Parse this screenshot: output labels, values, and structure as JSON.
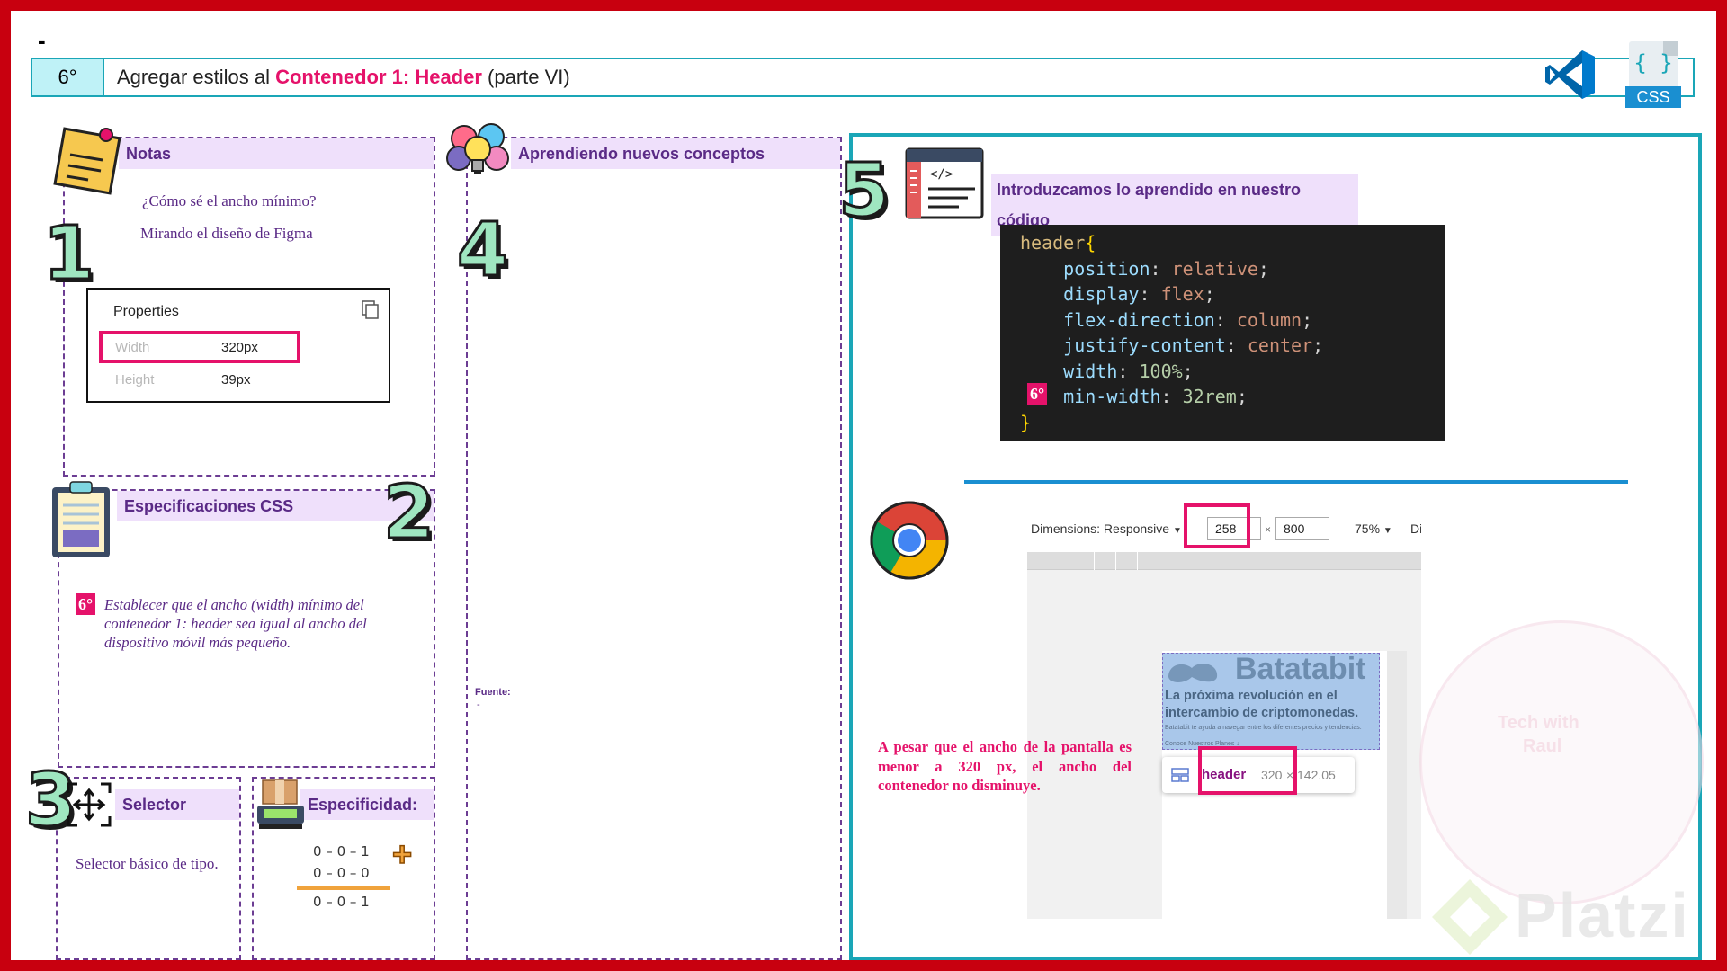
{
  "header": {
    "dash": "-",
    "step": "6°",
    "title_prefix": "Agregar estilos al ",
    "title_highlight": "Contenedor 1: Header",
    "title_suffix": " (parte VI)",
    "css_icon_braces": "{ }",
    "css_icon_label": "CSS"
  },
  "notas": {
    "title": "Notas",
    "number": "1",
    "question": "¿Cómo sé el ancho mínimo?",
    "answer": "Mirando el diseño de Figma",
    "properties_title": "Properties",
    "props": [
      {
        "label": "Width",
        "value": "320px"
      },
      {
        "label": "Height",
        "value": "39px"
      }
    ]
  },
  "specs": {
    "title": "Especificaciones CSS",
    "number": "2",
    "badge": "6°",
    "text": "Establecer que el ancho (width) mínimo del contenedor 1: header sea igual al ancho del dispositivo móvil más pequeño."
  },
  "selector": {
    "number": "3",
    "title": "Selector",
    "text": "Selector básico de tipo."
  },
  "especificidad": {
    "title": "Especificidad:",
    "rows": [
      "0 – 0 – 1",
      "0 – 0 – 0"
    ],
    "result": "0 – 0 – 1",
    "plus": "+"
  },
  "conceptos": {
    "number": "4",
    "title": "Aprendiendo nuevos conceptos",
    "source_label": "Fuente:",
    "source_value": "-"
  },
  "codigo": {
    "number": "5",
    "title": "Introduzcamos lo aprendido en nuestro código",
    "badge": "6°",
    "selector": "header",
    "open": "{",
    "close": "}",
    "lines": [
      {
        "prop": "position",
        "value": "relative",
        "type": "vl"
      },
      {
        "prop": "display",
        "value": "flex",
        "type": "vl"
      },
      {
        "prop": "flex-direction",
        "value": "column",
        "type": "vl"
      },
      {
        "prop": "justify-content",
        "value": "center",
        "type": "vl"
      },
      {
        "prop": "width",
        "value": "100%",
        "type": "nm"
      },
      {
        "prop": "min-width",
        "value": "32rem",
        "type": "nm"
      }
    ]
  },
  "browser": {
    "dimensions_label": "Dimensions: Responsive",
    "width_value": "258",
    "times": "×",
    "height_value": "800",
    "zoom": "75%",
    "truncated": "Di",
    "brand": "Batatabit",
    "headline": "La próxima revolución en el intercambio de criptomonedas.",
    "small_text": "Batatabit te ayuda a navegar entre los diferentes precios y tendencias.",
    "small_text2": "Conoce Nuestros Planes ↓",
    "tooltip_tag": "header",
    "tooltip_width": "320",
    "tooltip_sep": "×",
    "tooltip_height": "142.05",
    "note": "A pesar que el ancho de la pantalla es menor a 320 px, el ancho del contenedor no disminuye."
  },
  "watermark": {
    "brand": "Platzi",
    "badge_line1": "Tech with",
    "badge_line2": "Raul"
  },
  "colors": {
    "frame": "#c8000f",
    "accent": "#e5126a",
    "teal": "#1aa6b7",
    "purple": "#6c3d93",
    "band": "#efe0fb"
  }
}
